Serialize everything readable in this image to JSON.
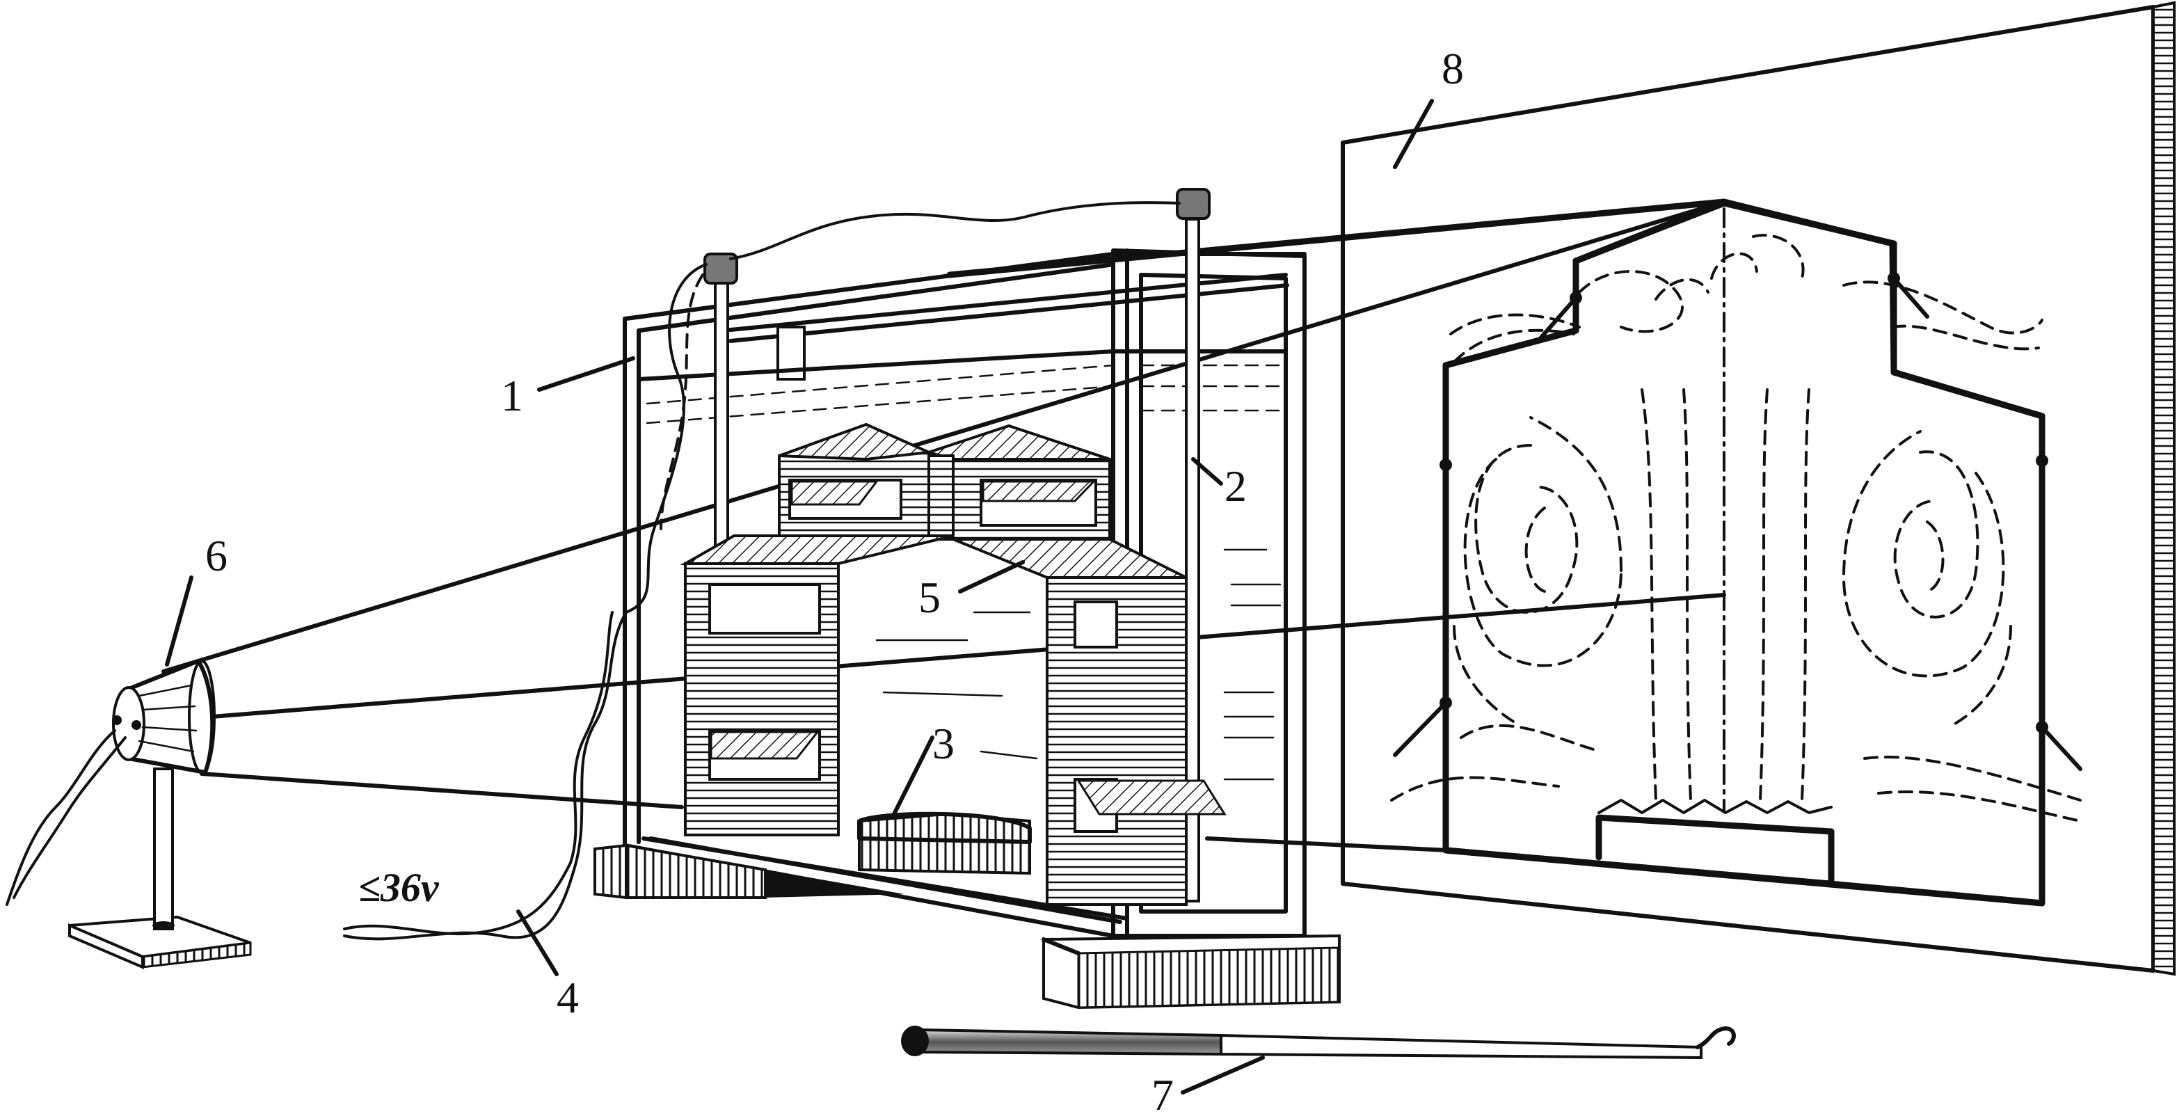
{
  "diagram": {
    "labels": {
      "one": "1",
      "two": "2",
      "three": "3",
      "four": "4",
      "five": "5",
      "six": "6",
      "seven": "7",
      "eight": "8"
    },
    "voltage_text": "≤36v"
  }
}
